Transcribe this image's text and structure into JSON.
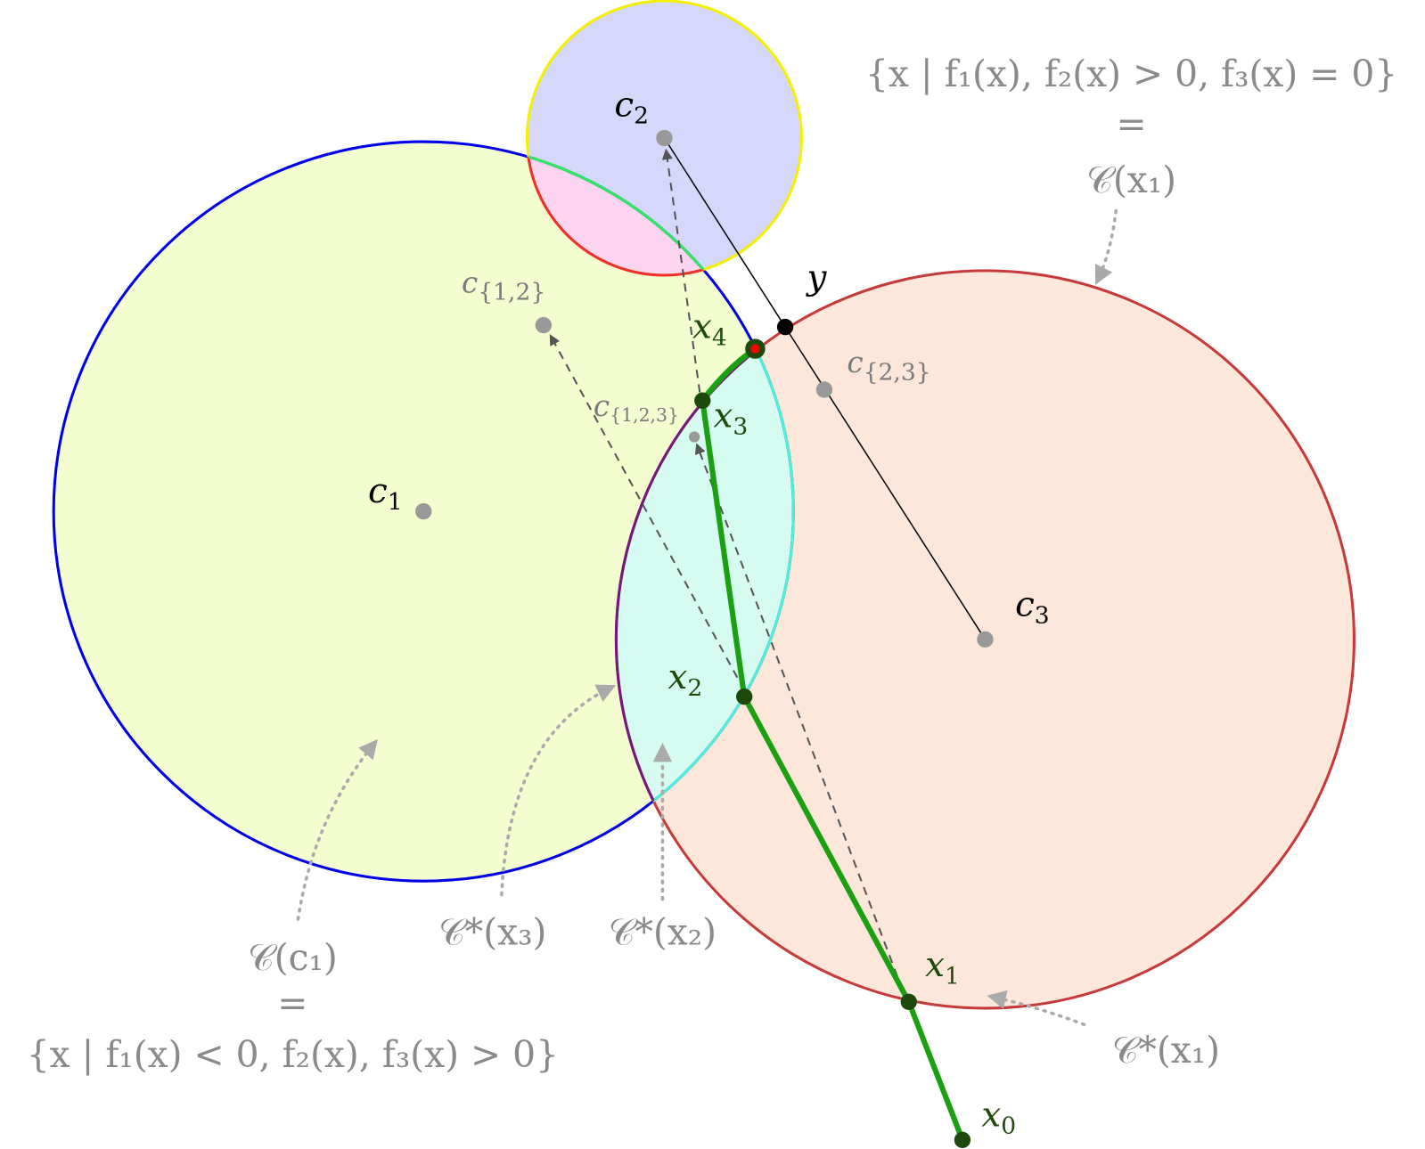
{
  "colors": {
    "c1_fill": "#f3fdd0",
    "c1_stroke": "#0000e6",
    "c2_fill": "#d6d8fb",
    "c2_stroke": "#f5f000",
    "c3_fill": "#fde6da",
    "c3_stroke": "#c63a3a",
    "c12_fill": "#fdd5f0",
    "c13_fill": "#d6fcf2",
    "path": "#1aa010",
    "point": "#1d4a0c"
  },
  "labels": {
    "c1": {
      "base": "c",
      "sub": "1"
    },
    "c2": {
      "base": "c",
      "sub": "2"
    },
    "c3": {
      "base": "c",
      "sub": "3"
    },
    "c12": {
      "base": "c",
      "sub": "{1,2}"
    },
    "c23": {
      "base": "c",
      "sub": "{2,3}"
    },
    "c123": {
      "base": "c",
      "sub": "{1,2,3}"
    },
    "y": "y",
    "x0": {
      "base": "x",
      "sub": "0"
    },
    "x1": {
      "base": "x",
      "sub": "1"
    },
    "x2": {
      "base": "x",
      "sub": "2"
    },
    "x3": {
      "base": "x",
      "sub": "3"
    },
    "x4": {
      "base": "x",
      "sub": "4"
    }
  },
  "annotations": {
    "top_set": "{x | f₁(x), f₂(x) > 0, f₃(x) = 0}",
    "top_eq": "=",
    "top_name": "𝒞(x₁)",
    "bottom_name": "𝒞(c₁)",
    "bottom_eq": "=",
    "bottom_set": "{x | f₁(x) < 0, f₂(x), f₃(x) > 0}",
    "cstar_x3": "𝒞*(x₃)",
    "cstar_x2": "𝒞*(x₂)",
    "cstar_x1": "𝒞*(x₁)"
  }
}
